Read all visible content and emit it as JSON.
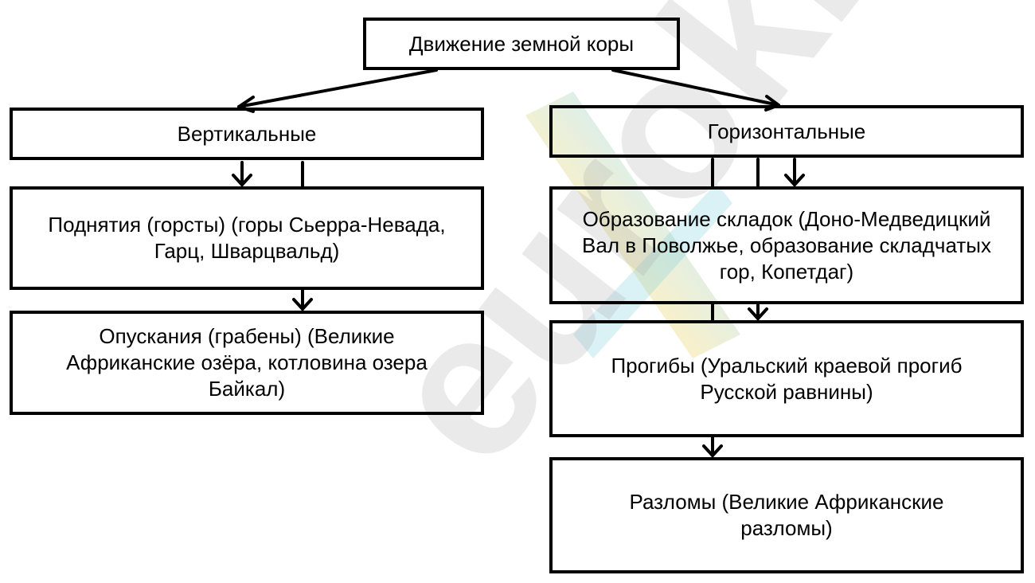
{
  "diagram": {
    "root": "Движение земной коры",
    "vertical": {
      "title": "Вертикальные",
      "items": [
        "Поднятия (горсты) (горы Сьерра-Невада, Гарц, Шварцвальд)",
        "Опускания (грабены) (Великие Африканские озёра, котловина озера Байкал)"
      ]
    },
    "horizontal": {
      "title": "Горизонтальные",
      "items": [
        "Образование складок (Доно-Медведицкий Вал в Поволжье, образование складчатых гор, Копетдаг)",
        "Прогибы (Уральский краевой прогиб Русской равнины)",
        "Разломы (Великие Африканские разломы)"
      ]
    }
  },
  "watermark": {
    "text": "eurokı",
    "colors": [
      "#f26d7d",
      "#fcd03a",
      "#6cc6dc",
      "#b3b3b3"
    ]
  }
}
